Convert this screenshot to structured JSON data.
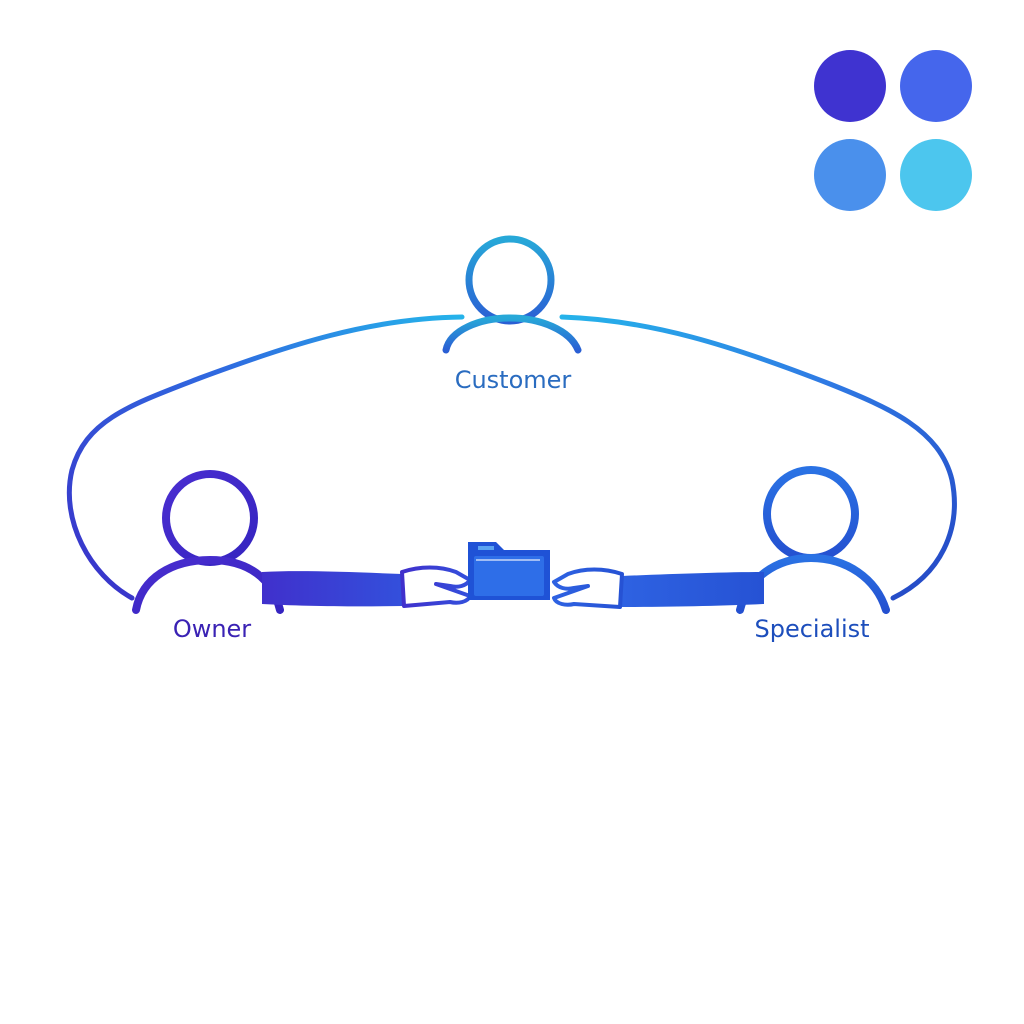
{
  "colors": {
    "background": "#ffffff",
    "indigo": "#3a2fc8",
    "blue": "#2f5fe0",
    "sky": "#25a6e6",
    "swatches": [
      "#3f33d0",
      "#4566ec",
      "#4a90ec",
      "#4cc6ee"
    ]
  },
  "nodes": {
    "customer": {
      "label": "Customer",
      "label_color": "#2a6cc0",
      "icon": "person-icon"
    },
    "owner": {
      "label": "Owner",
      "label_color": "#3a22b4",
      "icon": "person-icon"
    },
    "specialist": {
      "label": "Specialist",
      "label_color": "#1d4ebc",
      "icon": "person-icon"
    }
  },
  "handoff": {
    "icon": "folder-icon",
    "hands": [
      "left-hand-icon",
      "right-hand-icon"
    ]
  },
  "connectors": [
    "owner-to-customer",
    "customer-to-specialist"
  ]
}
